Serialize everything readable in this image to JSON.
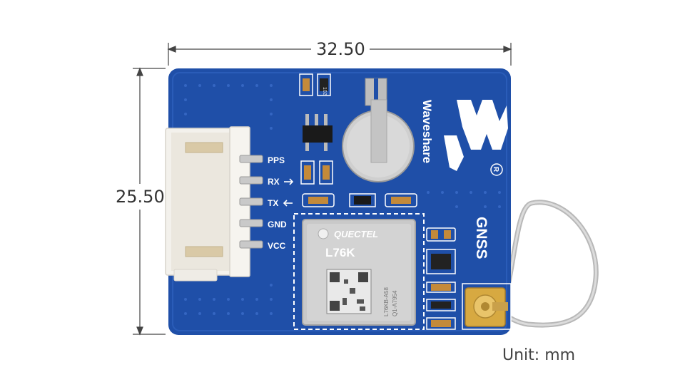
{
  "dimensions": {
    "width_label": "32.50",
    "height_label": "25.50",
    "unit_label": "Unit: mm"
  },
  "board": {
    "pin_labels": [
      "PPS",
      "RX",
      "TX",
      "GND",
      "VCC"
    ],
    "brand": "Waveshare",
    "product_label": "GNSS",
    "module": {
      "maker": "QUECTEL",
      "model": "L76K",
      "code_line1": "L76KB-A58",
      "code_line2": "Q1-A7954"
    },
    "resistor_mark": "102",
    "registered_mark": "R"
  },
  "colors": {
    "pcb_blue": "#1f4fa8",
    "silkscreen": "#ffffff",
    "connector": "#f3f1ec",
    "shield": "#c9c9c9",
    "antenna_gold": "#d7a941",
    "dimension_line": "#444444"
  }
}
